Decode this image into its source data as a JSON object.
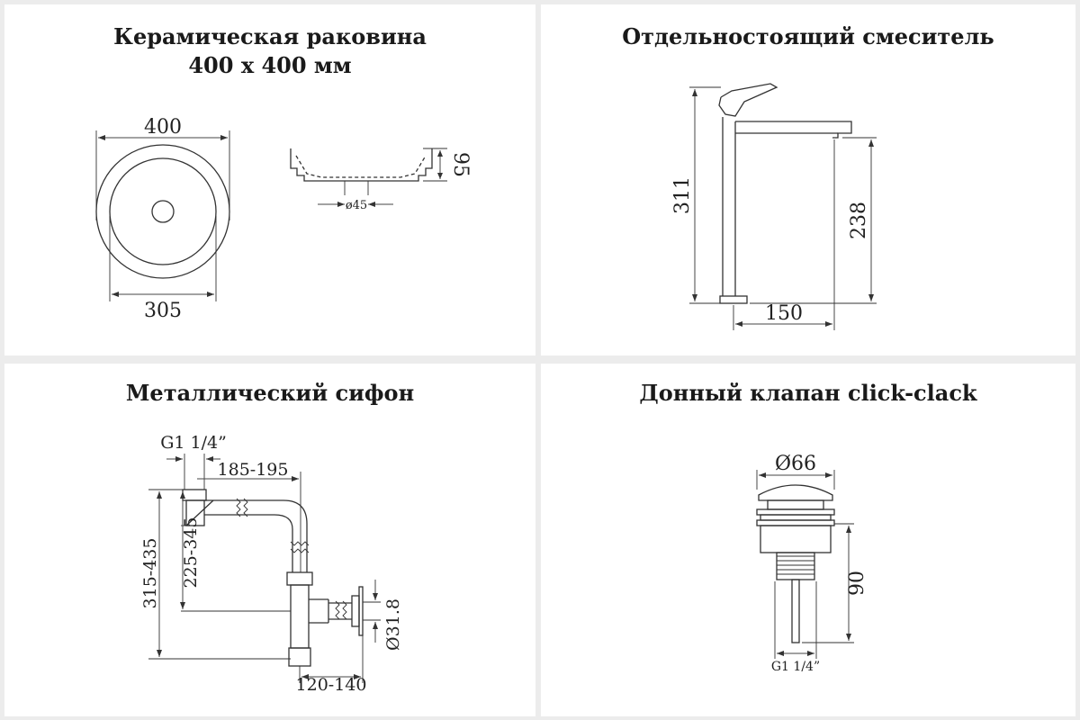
{
  "panels": {
    "sink": {
      "title_line1": "Керамическая раковина",
      "title_line2": "400 х 400 мм",
      "dim_outer": "400",
      "dim_inner": "305",
      "dim_height": "95",
      "dim_drain": "ø45"
    },
    "faucet": {
      "title": "Отдельностоящий смеситель",
      "dim_total_height": "311",
      "dim_spout_height": "238",
      "dim_reach": "150"
    },
    "siphon": {
      "title": "Металлический сифон",
      "dim_thread": "G1 1/4”",
      "dim_offset": "185-195",
      "dim_total": "315-435",
      "dim_inner": "225-345",
      "dim_outlet": "Ø31.8",
      "dim_wall": "120-140"
    },
    "valve": {
      "title": "Донный клапан click-clack",
      "dim_cap": "Ø66",
      "dim_height": "90",
      "dim_thread": "G1 1/4”"
    }
  }
}
